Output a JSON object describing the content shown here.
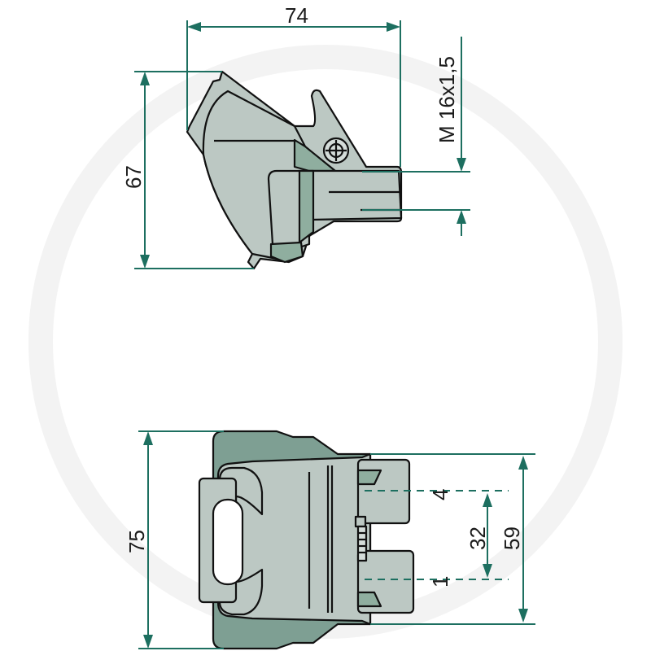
{
  "drawing": {
    "top_view": {
      "width_label": "74",
      "height_label": "67",
      "thread_label": "M 16x1,5"
    },
    "bottom_view": {
      "height_label": "75",
      "pin_span_label": "59",
      "pin_spacing_label": "32",
      "pin_top_label": "4",
      "pin_bottom_label": "1"
    },
    "colors": {
      "dimension": "#1d6f60",
      "body_light": "#bcc8c3",
      "body_dark": "#7e9f93"
    }
  }
}
